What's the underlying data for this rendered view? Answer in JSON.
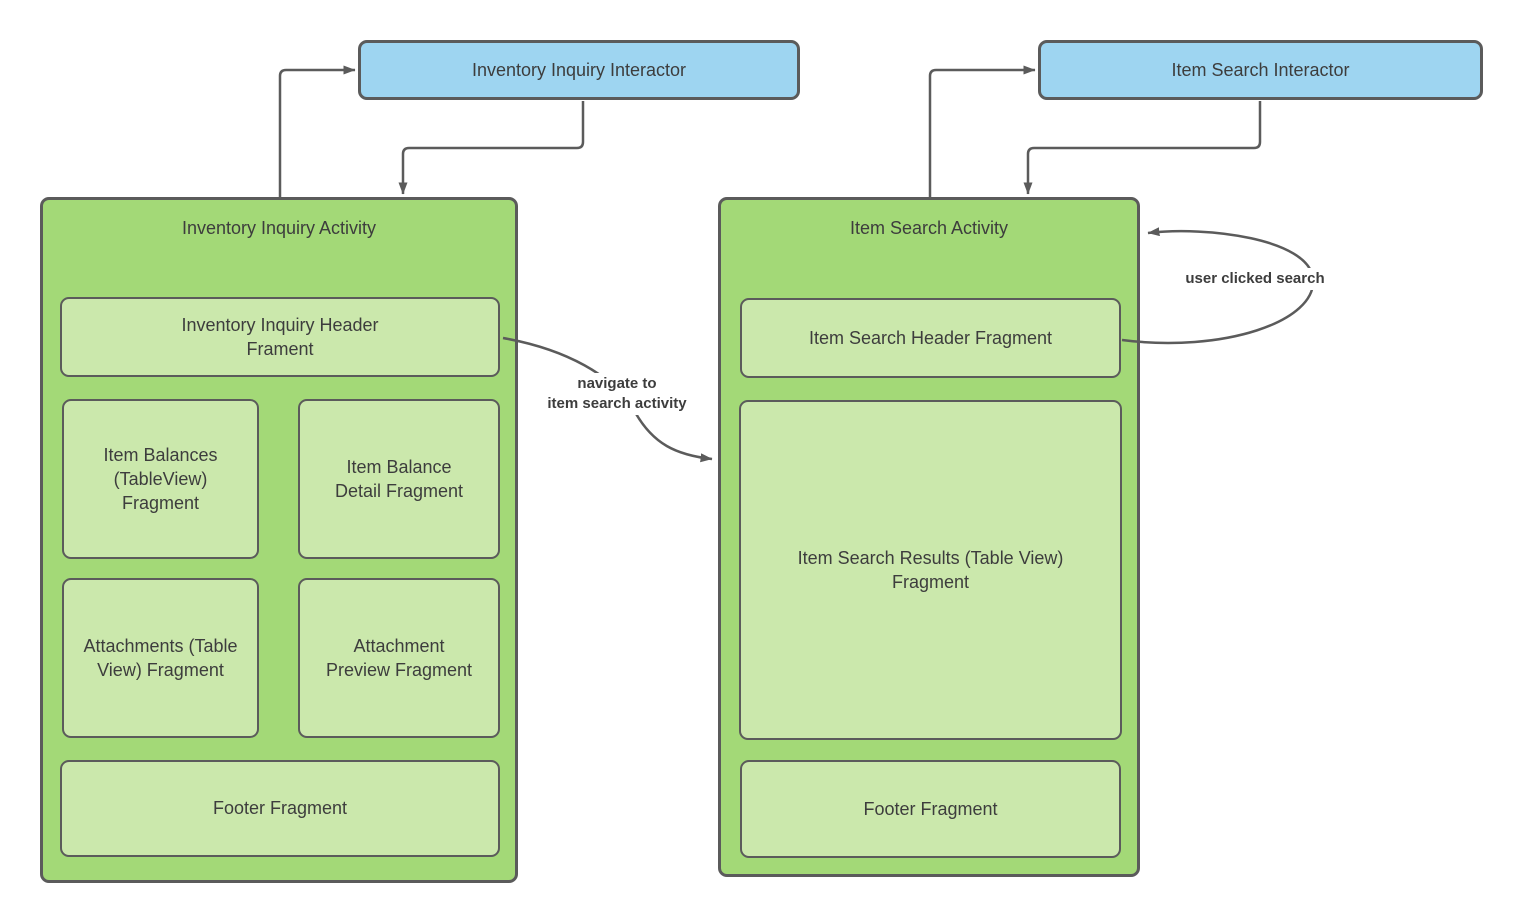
{
  "colors": {
    "interactor_fill": "#9ED5F1",
    "activity_fill": "#A3D977",
    "fragment_fill": "#CBE8AC",
    "border": "#5B5B5B",
    "arrow": "#5B5B5B",
    "text": "#3D3D3D"
  },
  "interactors": {
    "inventory": "Inventory Inquiry Interactor",
    "search": "Item Search Interactor"
  },
  "activities": {
    "inventory": {
      "title": "Inventory Inquiry Activity",
      "fragments": {
        "header": "Inventory Inquiry Header\nFrament",
        "item_balances": "Item Balances\n(TableView)\nFragment",
        "item_balance_detail": "Item Balance\nDetail Fragment",
        "attachments": "Attachments (Table\nView) Fragment",
        "attachment_preview": "Attachment\nPreview Fragment",
        "footer": "Footer Fragment"
      }
    },
    "search": {
      "title": "Item Search Activity",
      "fragments": {
        "header": "Item Search Header Fragment",
        "results": "Item Search Results (Table View)\nFragment",
        "footer": "Footer Fragment"
      }
    }
  },
  "edges": {
    "navigate_label": "navigate to\nitem search activity",
    "user_clicked_label": "user clicked search"
  }
}
